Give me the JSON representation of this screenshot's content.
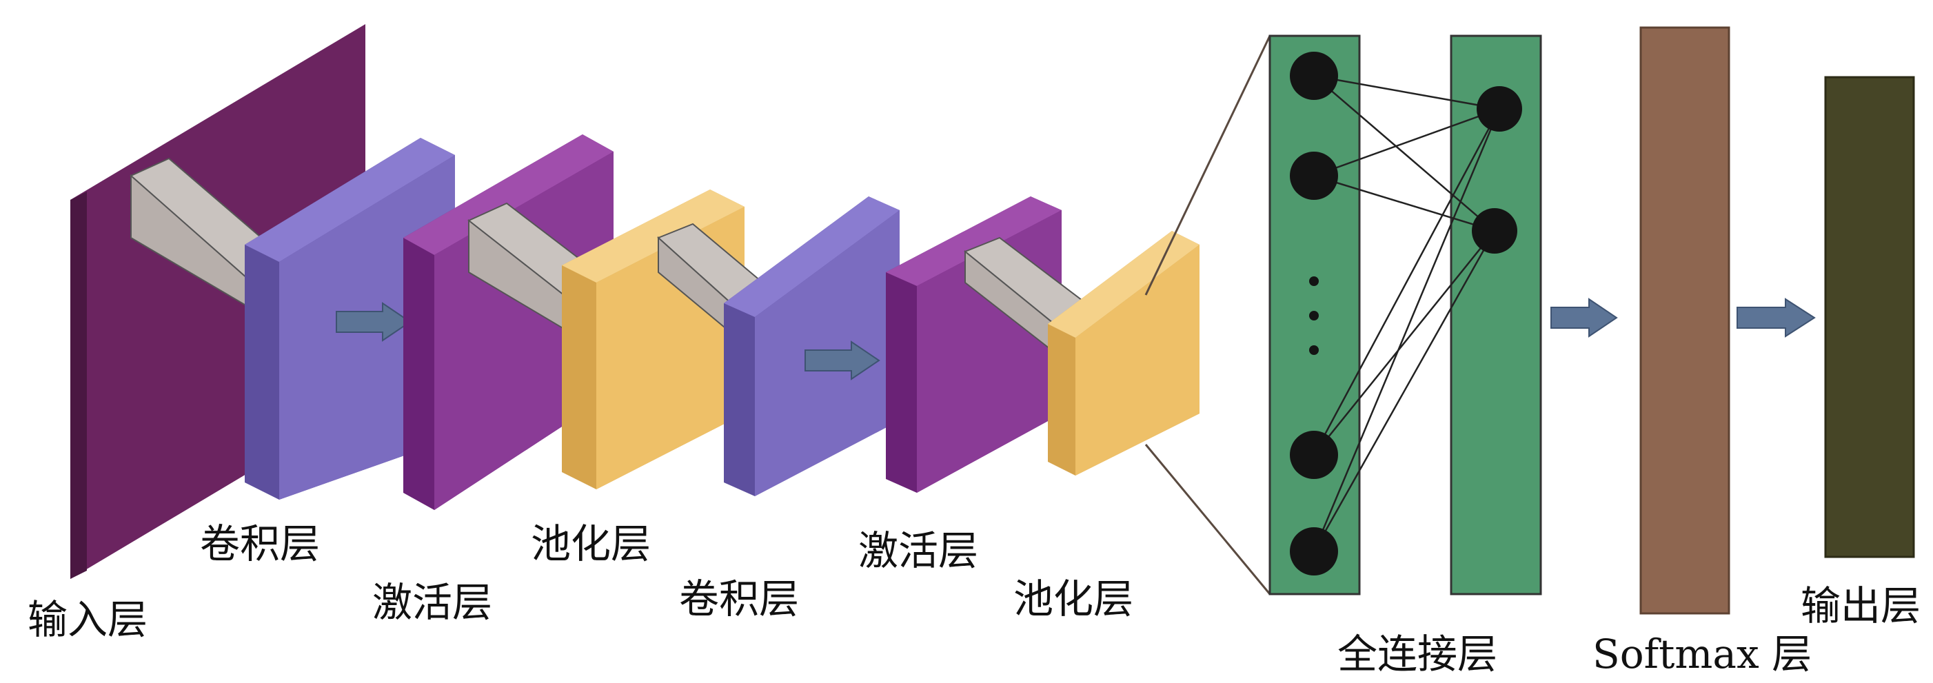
{
  "labels": {
    "input": "输入层",
    "conv1": "卷积层",
    "act1": "激活层",
    "pool1": "池化层",
    "conv2": "卷积层",
    "act2": "激活层",
    "pool2": "池化层",
    "fc": "全连接层",
    "softmax": "Softmax 层",
    "output": "输出层"
  },
  "colors": {
    "input_layer": "#6b2460",
    "conv_layer": "#7b6cc0",
    "activation_layer": "#8a3b96",
    "pooling_layer": "#eec068",
    "fully_connected": "#4f9a6e",
    "softmax": "#8e6650",
    "output": "#464526",
    "arrow": "#5c7496",
    "kernel": "#b7afab",
    "neuron": "#141414"
  }
}
